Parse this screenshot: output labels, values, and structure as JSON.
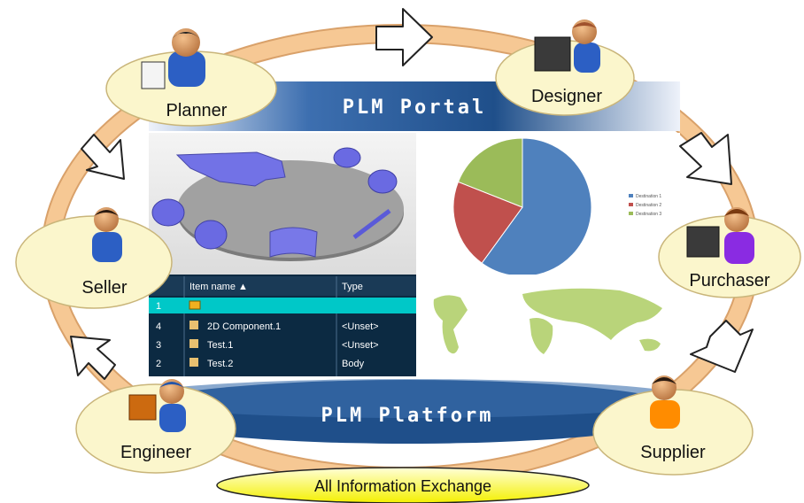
{
  "roles": {
    "planner": "Planner",
    "designer": "Designer",
    "purchaser": "Purchaser",
    "supplier": "Supplier",
    "engineer": "Engineer",
    "seller": "Seller"
  },
  "portal_title": "PLM Portal",
  "platform_title": "PLM Platform",
  "exchange_label": "All Information Exchange",
  "table": {
    "headers": [
      "",
      "Item name ▲",
      "Type"
    ],
    "rows": [
      {
        "num": "1",
        "name": "",
        "type": ""
      },
      {
        "num": "4",
        "name": "2D Component.1",
        "type": "<Unset>"
      },
      {
        "num": "3",
        "name": "Test.1",
        "type": "<Unset>"
      },
      {
        "num": "2",
        "name": "Test.2",
        "type": "Body"
      }
    ]
  },
  "pie": {
    "slices": [
      {
        "label": "Destination 1",
        "value": 60,
        "color": "#4f81bd"
      },
      {
        "label": "Destination 2",
        "value": 21,
        "color": "#c0504d"
      },
      {
        "label": "Destination 3",
        "value": 19,
        "color": "#9bbb59"
      }
    ]
  },
  "colors": {
    "ring": "#f5c590",
    "ring_edge": "#d8a068",
    "bubble": "#fbf6cc",
    "bar_dark": "#24558f",
    "bar_light": "#e8eef8",
    "table_bg": "#0c2a42",
    "table_sel": "#00c8c8"
  }
}
